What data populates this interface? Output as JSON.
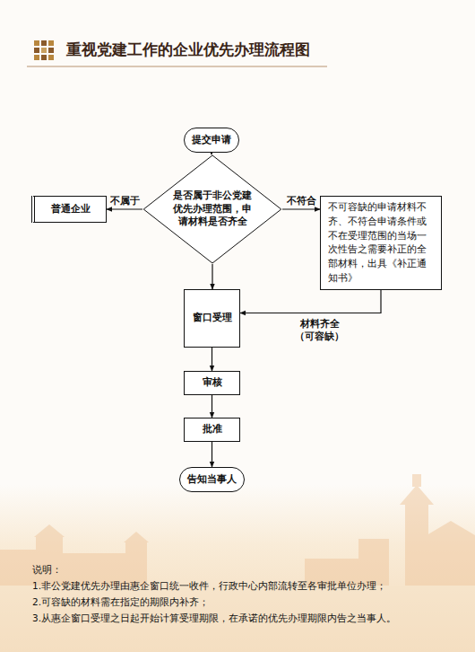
{
  "diagram": {
    "title": "重视党建工作的企业优先办理流程图",
    "nodes": [
      {
        "text": [
          "提交申请"
        ]
      },
      {
        "text": [
          "是否属于非公党建优先办理范围，申请材料是否齐全"
        ]
      },
      {
        "text": [
          "普通企业"
        ]
      },
      {
        "text": [
          "不可容缺的申请材料不齐、不符合申请条件或不在受理范围的当场一次性告之需要补正的全部材料，出具《补正通知书》"
        ]
      },
      {
        "text": [
          "窗口受理"
        ]
      },
      {
        "text": [
          "审核"
        ]
      },
      {
        "text": [
          "批准"
        ]
      },
      {
        "text": [
          "告知当事人"
        ]
      }
    ],
    "edges": [
      {
        "from": 0,
        "to": 1,
        "arrow": "to"
      },
      {
        "from": 1,
        "to": 2,
        "label": "不属于",
        "arrow": "to"
      },
      {
        "from": 1,
        "to": 3,
        "label": "不符合",
        "arrow": "to"
      },
      {
        "from": 1,
        "to": 4,
        "arrow": "to"
      },
      {
        "from": 3,
        "to": 4,
        "label": "材料齐全 （可容缺）",
        "arrow": "to"
      },
      {
        "from": 4,
        "to": 5,
        "arrow": "to"
      },
      {
        "from": 5,
        "to": 6,
        "arrow": "to"
      },
      {
        "from": 6,
        "to": 7,
        "arrow": "to"
      }
    ],
    "labels": [
      "说明：",
      "1.非公党建优先办理由惠企窗口统一收件，行政中心内部流转至各审批单位办理；",
      "2.可容缺的材料需在指定的期限内补齐；",
      "3.从惠企窗口受理之日起开始计算受理期限，在承诺的优先办理期限内告之当事人。"
    ]
  }
}
